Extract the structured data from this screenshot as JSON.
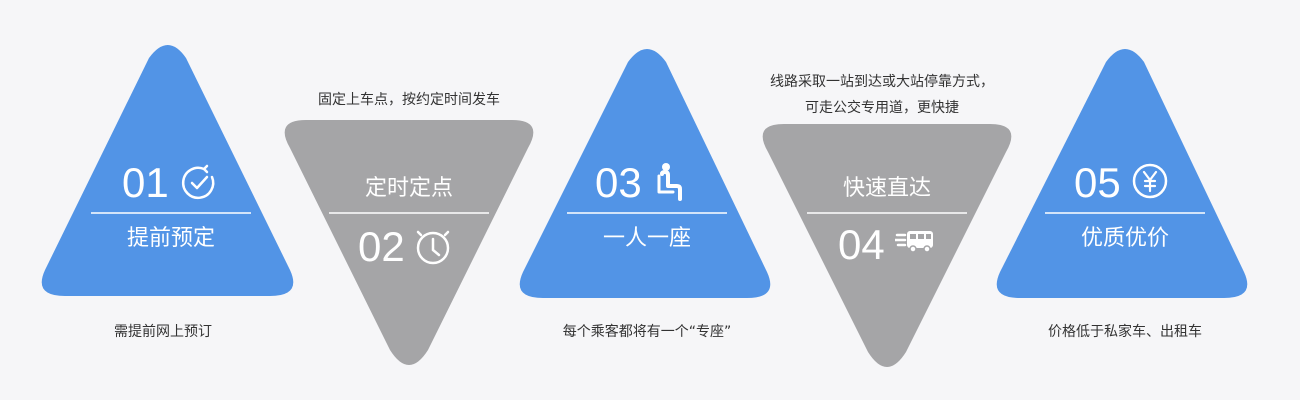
{
  "colors": {
    "blue": "#5294e6",
    "gray": "#a5a5a7",
    "background": "#f6f6f8",
    "text": "#333333"
  },
  "steps": [
    {
      "number": "01",
      "title": "提前预定",
      "icon": "check-circle-icon",
      "description": [
        "需提前网上预订"
      ]
    },
    {
      "number": "02",
      "title": "定时定点",
      "icon": "alarm-clock-icon",
      "description": [
        "固定上车点，按约定时间发车"
      ]
    },
    {
      "number": "03",
      "title": "一人一座",
      "icon": "seated-person-icon",
      "description": [
        "每个乘客都将有一个“专座”"
      ]
    },
    {
      "number": "04",
      "title": "快速直达",
      "icon": "fast-bus-icon",
      "description": [
        "线路采取一站到达或大站停靠方式，",
        "可走公交专用道，更快捷"
      ]
    },
    {
      "number": "05",
      "title": "优质优价",
      "icon": "yen-circle-icon",
      "description": [
        "价格低于私家车、出租车"
      ]
    }
  ]
}
